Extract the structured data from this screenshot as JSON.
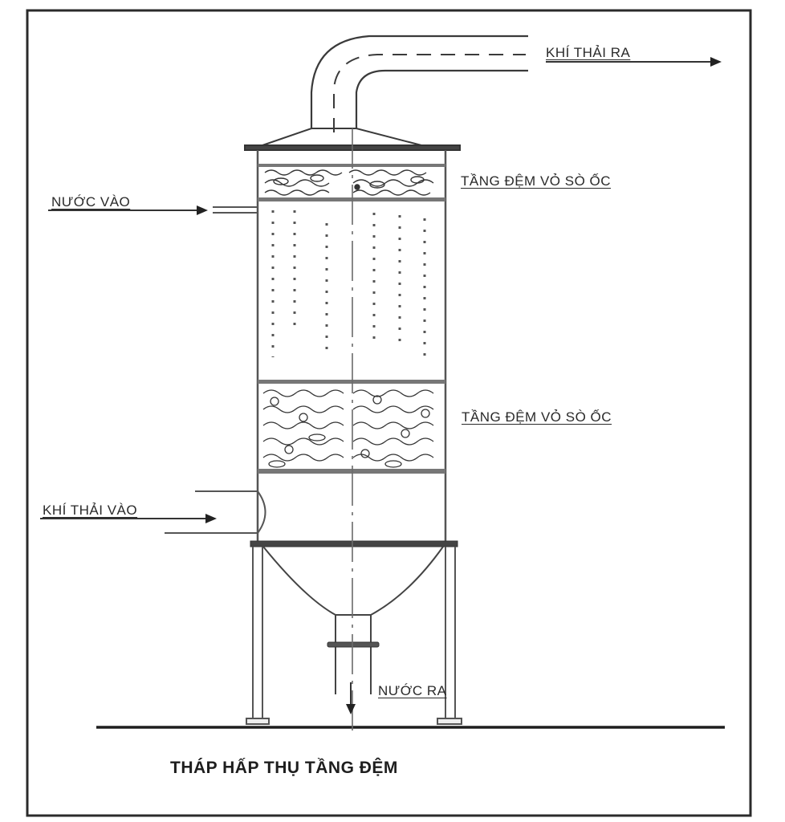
{
  "diagram": {
    "title": "THÁP HẤP THỤ TẦNG ĐỆM",
    "labels": {
      "gas_out": "KHÍ THẢI RA",
      "packing_top": "TẦNG ĐỆM VỎ SÒ ỐC",
      "water_in": "NƯỚC VÀO",
      "packing_bottom": "TẦNG ĐỆM VỎ SÒ ỐC",
      "gas_in": "KHÍ THẢI VÀO",
      "water_out": "NƯỚC RA"
    },
    "components": [
      "exhaust-duct",
      "top-cone-cap",
      "top-packing-layer",
      "spray-zone",
      "bottom-packing-layer",
      "gas-inlet-duct",
      "bottom-hopper",
      "drain-pipe",
      "support-legs",
      "ground-line"
    ],
    "colors": {
      "line": "#3a3a3a",
      "frame": "#2b2b2b",
      "plate": "#555555",
      "centerline": "#6b6b6b"
    }
  }
}
